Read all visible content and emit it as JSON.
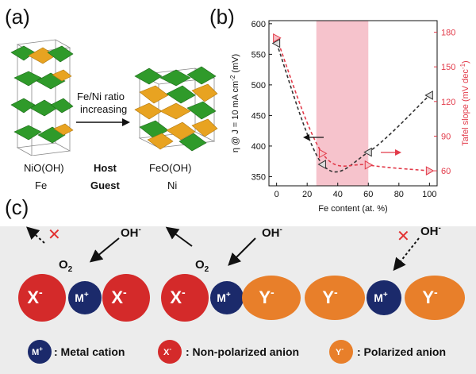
{
  "panel_a": {
    "label": "(a)",
    "arrow_text_line1": "Fe/Ni ratio",
    "arrow_text_line2": "increasing",
    "left_formula": "NiO(OH)",
    "left_element": "Fe",
    "center_top": "Host",
    "center_bottom": "Guest",
    "right_formula": "FeO(OH)",
    "right_element": "Ni",
    "colors": {
      "green": "#2f9a2a",
      "orange": "#e8a321"
    }
  },
  "panel_b": {
    "label": "(b)",
    "chart_data": {
      "type": "line",
      "xlabel": "Fe content (at. %)",
      "ylabel_left": "η @ J = 10 mA cm",
      "ylabel_left_sup": "-2",
      "ylabel_left_unit": " (mV)",
      "ylabel_right": "Tafel slope (mV dec",
      "ylabel_right_sup": "-1",
      "ylabel_right_close": ")",
      "x_ticks": [
        "0",
        "20",
        "40",
        "60",
        "80",
        "100"
      ],
      "y_left_ticks": [
        "350",
        "400",
        "450",
        "500",
        "550",
        "600"
      ],
      "y_right_ticks": [
        "60",
        "90",
        "120",
        "150",
        "180"
      ],
      "xlim": [
        -5,
        105
      ],
      "ylim_left": [
        335,
        605
      ],
      "ylim_right": [
        47,
        190
      ],
      "highlight_x": [
        26,
        60
      ],
      "series": [
        {
          "axis": "left",
          "color": "#333333",
          "x": [
            0,
            30,
            60,
            100
          ],
          "y": [
            568,
            370,
            390,
            483
          ]
        },
        {
          "axis": "right",
          "color": "#e23b4a",
          "x": [
            0,
            30,
            60,
            100
          ],
          "y": [
            175,
            75,
            65,
            60
          ]
        }
      ],
      "colors": {
        "highlight": "#f6c3cc",
        "right_axis": "#e23b4a"
      }
    }
  },
  "panel_c": {
    "label": "(c)",
    "oh_label": "OH",
    "oh_sup": "-",
    "o2_label": "O",
    "o2_sub": "2",
    "x_label": "X",
    "x_sup": "-",
    "y_label": "Y",
    "y_sup": "-",
    "m_label": "M",
    "m_sup": "+",
    "cross": "✕",
    "legend": {
      "metal": ": Metal cation",
      "nonpolar": ": Non-polarized anion",
      "polar": ": Polarized anion"
    },
    "colors": {
      "red": "#d42a2a",
      "navy": "#1b2a6b",
      "orange": "#e87f2a",
      "cross": "#e23030"
    }
  }
}
